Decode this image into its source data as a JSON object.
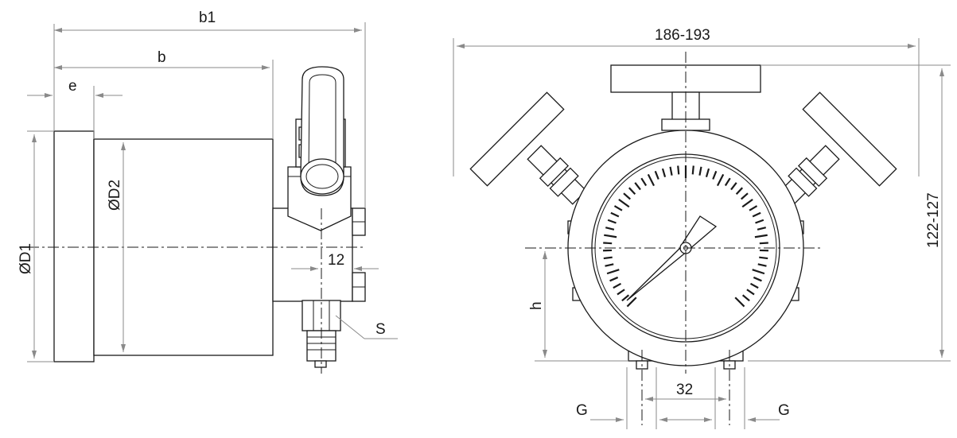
{
  "dimensions": {
    "b1": "b1",
    "b": "b",
    "e": "e",
    "d1": "ØD1",
    "d2": "ØD2",
    "twelve": "12",
    "s": "S",
    "width_range": "186-193",
    "height_range": "122-127",
    "h": "h",
    "thirty_two": "32",
    "g_left": "G",
    "g_right": "G"
  }
}
